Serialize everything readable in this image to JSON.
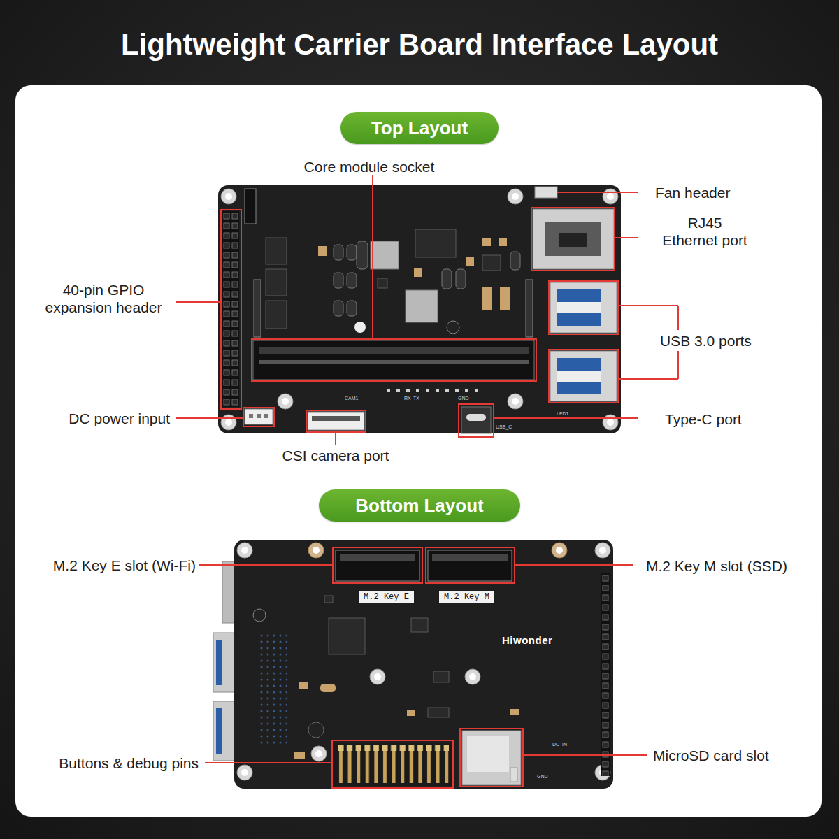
{
  "diagram": {
    "title": "Lightweight Carrier Board Interface Layout",
    "nodes": [
      {
        "text": [
          "Top Layout"
        ]
      },
      {
        "text": [
          "Bottom Layout"
        ]
      },
      {
        "text": [
          "M.2 Key E"
        ]
      },
      {
        "text": [
          "M.2 Key M"
        ]
      }
    ],
    "labels": [
      "Core module socket",
      "Fan header",
      "RJ45 Ethernet port",
      "40-pin GPIO expansion header",
      "USB 3.0 ports",
      "DC power input",
      "Type-C port",
      "CSI camera port",
      "M.2 Key E slot (Wi-Fi)",
      "M.2 Key M slot (SSD)",
      "Hiwonder",
      "Buttons & debug pins",
      "MicroSD card slot",
      "CAM1",
      "USB_C",
      "LED1",
      "RX",
      "TX",
      "GND",
      "GND",
      "DC_IN"
    ]
  }
}
